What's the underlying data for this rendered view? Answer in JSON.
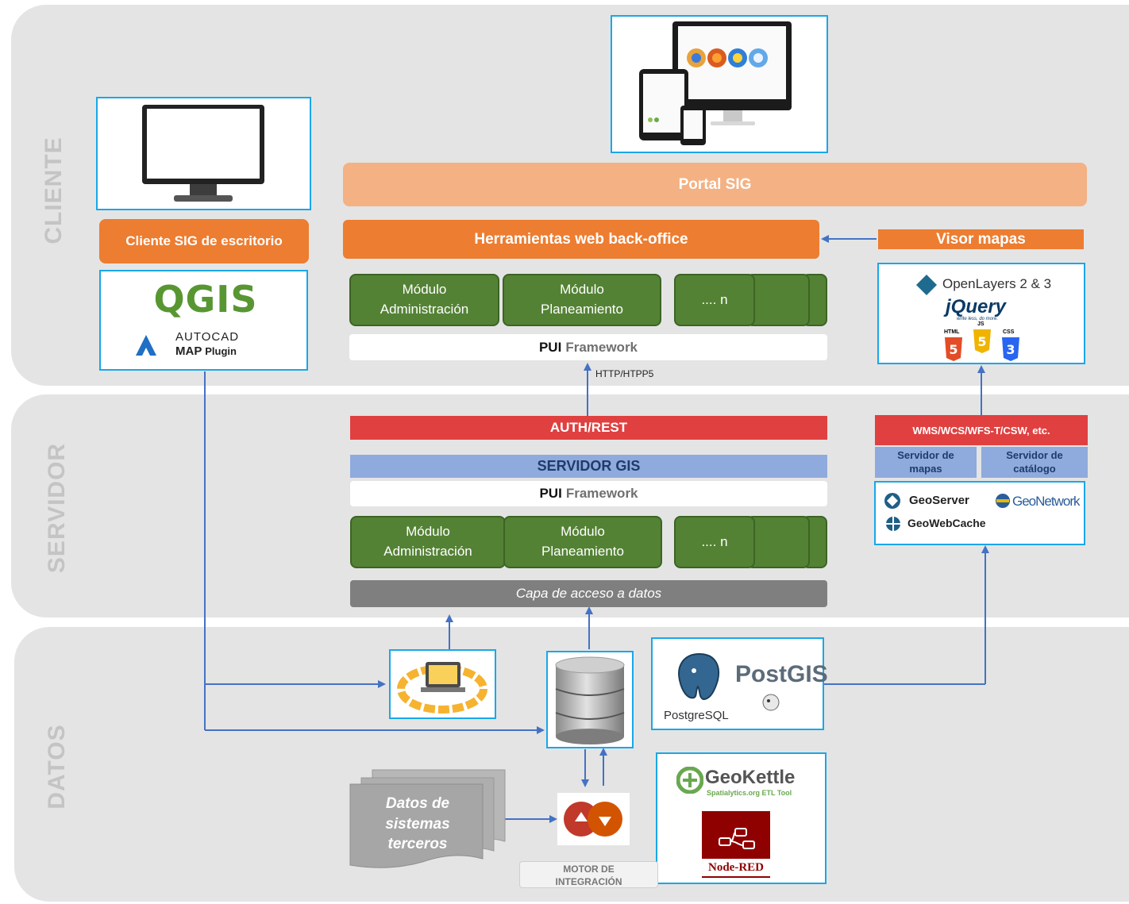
{
  "layers": {
    "cliente": "CLIENTE",
    "servidor": "SERVIDOR",
    "datos": "DATOS"
  },
  "client": {
    "portal": "Portal SIG",
    "backoffice": "Herramientas web back-office",
    "visor": "Visor mapas",
    "desktop": "Cliente SIG de escritorio",
    "modules": {
      "admin": [
        "Módulo",
        "Administración"
      ],
      "plan": [
        "Módulo",
        "Planeamiento"
      ],
      "more": ".... n"
    },
    "framework": {
      "strong": "PUI",
      "light": "Framework"
    },
    "protocol": "HTTP/HTPP5",
    "desktop_logos": {
      "qgis": "QGIS",
      "autocad_line1": "AUTOCAD",
      "autocad_line2": "MAP",
      "autocad_plugin": "Plugin"
    },
    "visor_logos": {
      "openlayers": "OpenLayers 2 & 3",
      "jquery": "jQuery",
      "jquery_tagline": "write less, do more.",
      "html": "HTML",
      "js": "JS",
      "css": "CSS"
    }
  },
  "server": {
    "auth": "AUTH/REST",
    "gis": "SERVIDOR GIS",
    "framework": {
      "strong": "PUI",
      "light": "Framework"
    },
    "modules": {
      "admin": [
        "Módulo",
        "Administración"
      ],
      "plan": [
        "Módulo",
        "Planeamiento"
      ],
      "more": ".... n"
    },
    "data_access": "Capa de acceso a datos",
    "services": "WMS/WCS/WFS-T/CSW, etc.",
    "map_server": [
      "Servidor de",
      "mapas"
    ],
    "catalog_server": [
      "Servidor de",
      "catálogo"
    ],
    "geoserver": "GeoServer",
    "geonetwork": "GeoNetwork",
    "geowebcache": "GeoWebCache"
  },
  "data": {
    "third_party": [
      "Datos de",
      "sistemas",
      "terceros"
    ],
    "engine": [
      "MOTOR DE",
      "INTEGRACIÓN"
    ],
    "postgis": "PostGIS",
    "postgresql": "PostgreSQL",
    "geokettle": "GeoKettle",
    "geokettle_tagline": "Spatialytics.org ETL Tool",
    "nodered": "Node-RED"
  },
  "colors": {
    "band": "#e4e4e4",
    "frame": "#1aa7e8",
    "portal": "#f4b183",
    "orange": "#ed7d31",
    "green": "#548235",
    "auth": "#e04040",
    "servidor_gis": "#8faadc",
    "data_access": "#7f7f7f",
    "arrow": "#4472c4"
  }
}
